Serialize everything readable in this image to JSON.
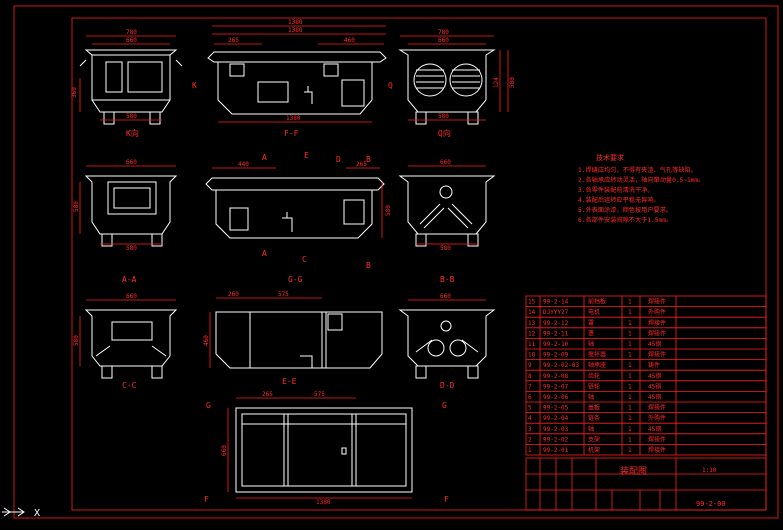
{
  "dimensions": {
    "k_top_outer": "780",
    "k_top_inner": "660",
    "k_side": "360",
    "k_bottom": "580",
    "ff_top_outer": "1380",
    "ff_top_inner": "1380",
    "ff_left": "265",
    "ff_right": "460",
    "ff_bottom": "1380",
    "q_top_outer": "780",
    "q_top_inner": "660",
    "q_right_a": "124",
    "q_right_b": "580",
    "q_bottom": "580",
    "gg_top_left": "440",
    "gg_top_right": "265",
    "gg_side": "580",
    "aa_top": "660",
    "aa_side": "580",
    "aa_bottom": "580",
    "bb_top": "660",
    "bb_bottom": "580",
    "cc_top": "660",
    "cc_side": "580",
    "ee_left": "260",
    "ee_mid": "575",
    "ee_side": "460",
    "dd_top": "660",
    "plan_left": "265",
    "plan_mid": "575",
    "plan_side": "660",
    "plan_bottom": "1380"
  },
  "view_labels": {
    "k": "K向",
    "ff": "F-F",
    "q": "Q向",
    "aa": "A-A",
    "gg": "G-G",
    "bb": "B-B",
    "cc": "C-C",
    "ee": "E-E",
    "dd": "D-D"
  },
  "section_markers": {
    "k": "K",
    "q": "Q",
    "a": "A",
    "b": "B",
    "c": "C",
    "d": "D",
    "e": "E",
    "g": "G",
    "f": "F"
  },
  "notes": {
    "title": "技术要求",
    "items": [
      "1.焊缝应均匀，不得有夹渣、气孔等缺陷。",
      "2.各轴承应转动灵活，轴向窜动量0.5~1mm。",
      "3.各零件装配前清洗干净。",
      "4.装配后运转应平稳无异响。",
      "5.外表面涂漆，颜色按用户要求。",
      "6.各部件安装间隙不大于1.5mm。"
    ]
  },
  "bom_rows": [
    {
      "no": "15",
      "code": "99-2-14",
      "name": "前挡板",
      "qty": "1",
      "remark": "焊接件"
    },
    {
      "no": "14",
      "code": "DJYYY27",
      "name": "电机",
      "qty": "1",
      "remark": "外购件"
    },
    {
      "no": "13",
      "code": "99-2-12",
      "name": "罩",
      "qty": "1",
      "remark": "焊接件"
    },
    {
      "no": "12",
      "code": "99-2-11",
      "name": "罩",
      "qty": "1",
      "remark": "焊接件"
    },
    {
      "no": "11",
      "code": "99-2-10",
      "name": "轴",
      "qty": "1",
      "remark": "45钢"
    },
    {
      "no": "10",
      "code": "99-2-09",
      "name": "搅拌器",
      "qty": "1",
      "remark": "焊接件"
    },
    {
      "no": "9",
      "code": "99-2-02-03",
      "name": "轴承座",
      "qty": "1",
      "remark": "铸件"
    },
    {
      "no": "8",
      "code": "99-2-08",
      "name": "齿轮",
      "qty": "1",
      "remark": "45钢"
    },
    {
      "no": "7",
      "code": "99-2-07",
      "name": "链轮",
      "qty": "1",
      "remark": "45钢"
    },
    {
      "no": "6",
      "code": "99-2-06",
      "name": "轴",
      "qty": "1",
      "remark": "45钢"
    },
    {
      "no": "5",
      "code": "99-2-05",
      "name": "盖板",
      "qty": "1",
      "remark": "焊接件"
    },
    {
      "no": "4",
      "code": "99-2-04",
      "name": "链条",
      "qty": "1",
      "remark": "外购件"
    },
    {
      "no": "3",
      "code": "99-2-03",
      "name": "轴",
      "qty": "1",
      "remark": "45钢"
    },
    {
      "no": "2",
      "code": "99-2-02",
      "name": "支架",
      "qty": "1",
      "remark": "焊接件"
    },
    {
      "no": "1",
      "code": "99-2-01",
      "name": "机架",
      "qty": "1",
      "remark": "焊接件"
    }
  ],
  "title_block": {
    "drawing_name": "装配图",
    "drawing_no": "99-2-00",
    "scale": "1:10"
  },
  "ucs": {
    "x": "X"
  }
}
